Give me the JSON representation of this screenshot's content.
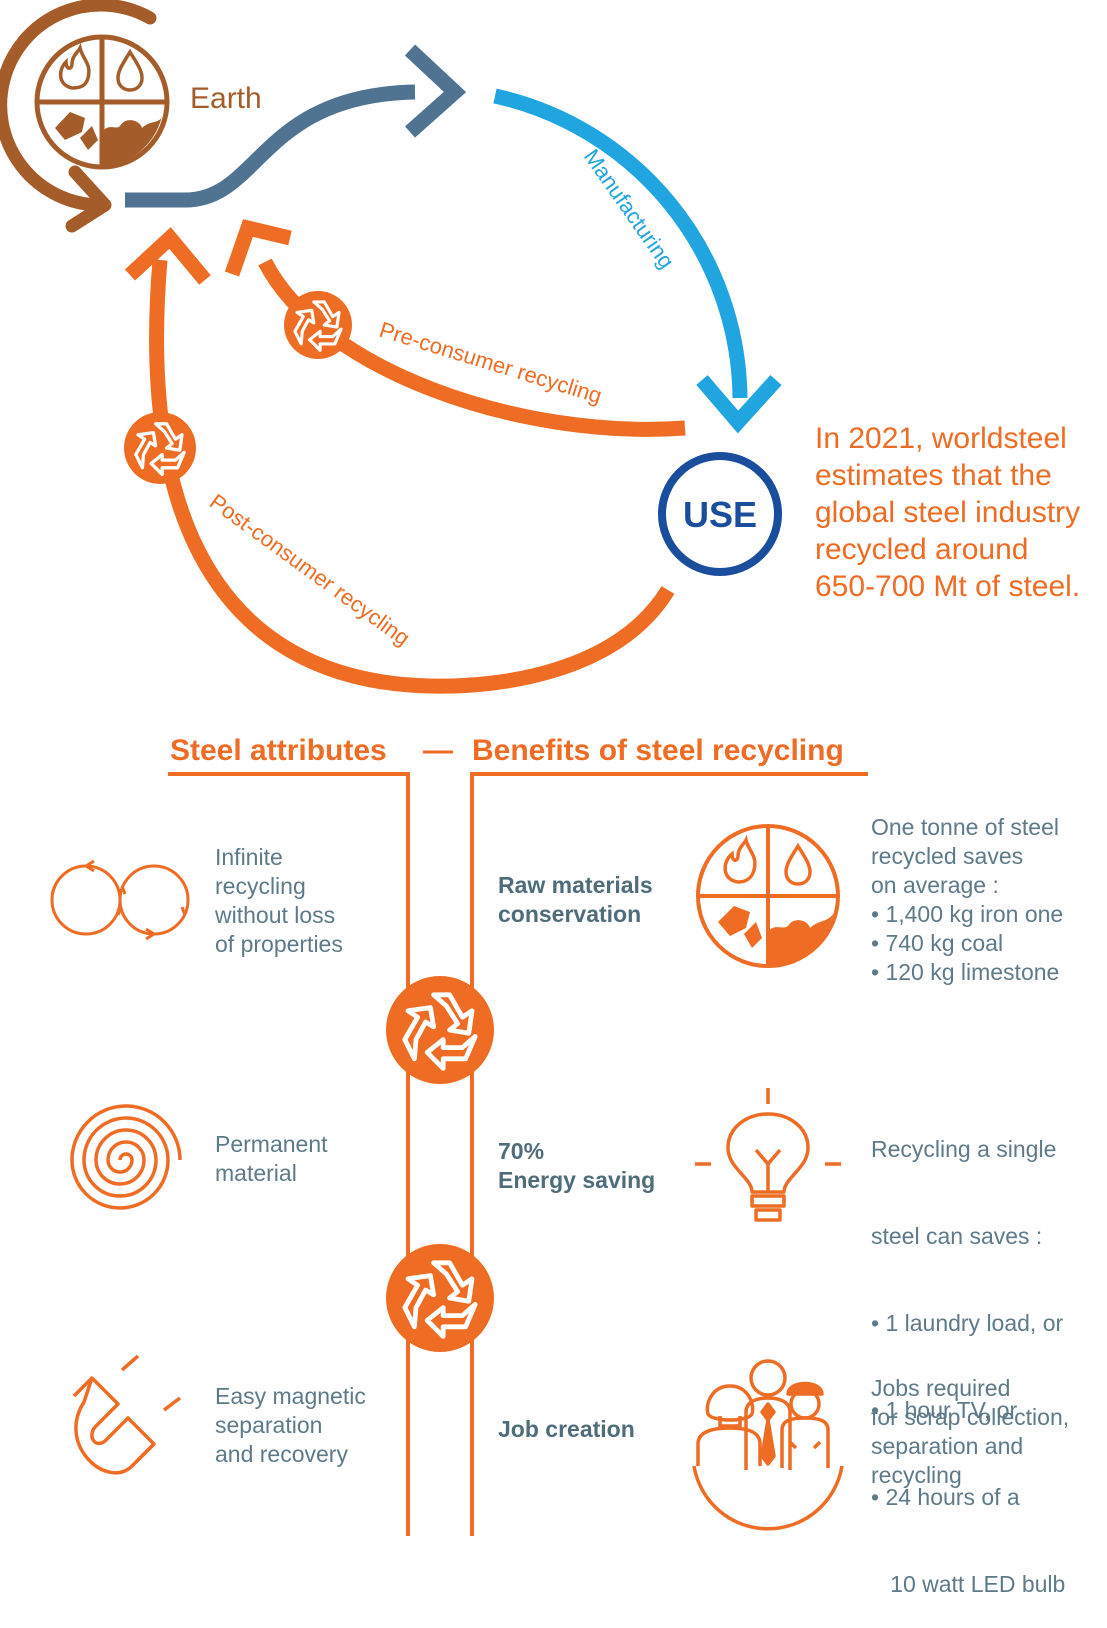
{
  "cycle": {
    "earth_label": "Earth",
    "manufacturing_label": "Manufacturing",
    "use_label": "USE",
    "pre_consumer_label": "Pre-consumer recycling",
    "post_consumer_label": "Post-consumer recycling",
    "stat_lines": [
      "In 2021, worldsteel",
      "estimates that the",
      "global steel industry",
      "recycled around",
      "650-700 Mt of steel."
    ]
  },
  "headings": {
    "attributes": "Steel attributes",
    "separator": "—",
    "benefits": "Benefits of steel recycling"
  },
  "attributes": [
    {
      "icon": "infinite-loop-icon",
      "lines": [
        "Infinite",
        "recycling",
        "without loss",
        "of properties"
      ]
    },
    {
      "icon": "spiral-icon",
      "lines": [
        "Permanent",
        "material"
      ]
    },
    {
      "icon": "magnet-icon",
      "lines": [
        "Easy magnetic",
        "separation",
        "and recovery"
      ]
    }
  ],
  "benefits": [
    {
      "icon": "raw-materials-icon",
      "title_lines": [
        "Raw materials",
        "conservation"
      ],
      "detail_lines": [
        "One tonne of steel",
        "recycled saves",
        "on average :",
        "• 1,400 kg iron one",
        "• 740 kg coal",
        "• 120 kg limestone"
      ]
    },
    {
      "icon": "lightbulb-icon",
      "title_lines": [
        "70%",
        "Energy saving"
      ],
      "detail_lines": [
        "Recycling a single",
        "steel can saves :",
        "• 1 laundry load, or",
        "• 1 hour TV, or",
        "• 24 hours of a",
        "   10 watt LED bulb"
      ]
    },
    {
      "icon": "workers-icon",
      "title_lines": [
        "Job creation"
      ],
      "detail_lines": [
        "Jobs required",
        "for scrap collection,",
        "separation and",
        "recycling"
      ]
    }
  ],
  "colors": {
    "orange": "#ee6c24",
    "brown": "#a45d2a",
    "slate_blue": "#4f7390",
    "sky_blue": "#20a5e0",
    "navy": "#1a4d9c",
    "gray_text": "#5e7a89"
  }
}
